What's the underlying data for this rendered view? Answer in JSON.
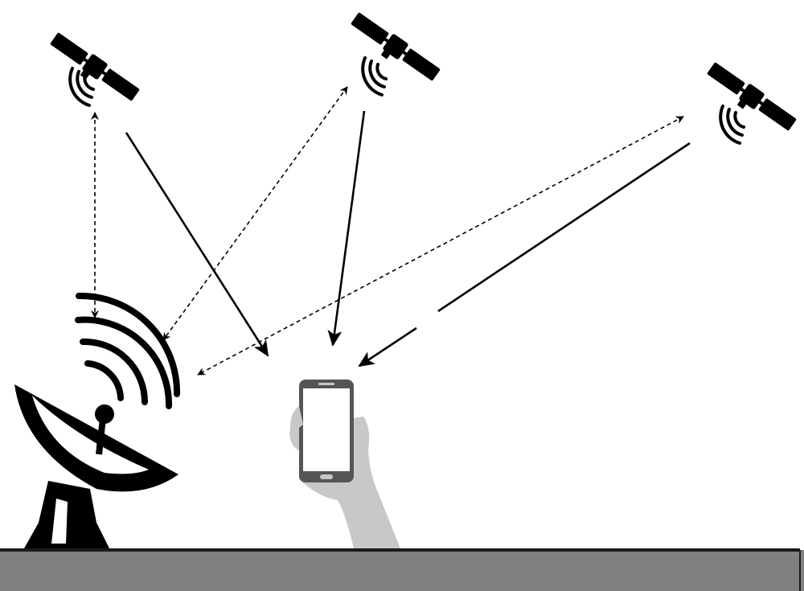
{
  "diagram": {
    "nodes": [
      {
        "id": "satellite-1",
        "kind": "satellite",
        "icon": "satellite-icon"
      },
      {
        "id": "satellite-2",
        "kind": "satellite",
        "icon": "satellite-icon"
      },
      {
        "id": "satellite-3",
        "kind": "satellite",
        "icon": "satellite-icon"
      },
      {
        "id": "ground-station",
        "kind": "satellite dish antenna",
        "icon": "satellite-dish-icon"
      },
      {
        "id": "receiver",
        "kind": "smartphone held in hand",
        "icon": "smartphone-icon"
      }
    ],
    "links": [
      {
        "from": "satellite-1",
        "to": "ground-station",
        "style": "dashed",
        "direction": "both"
      },
      {
        "from": "satellite-2",
        "to": "ground-station",
        "style": "dashed",
        "direction": "both"
      },
      {
        "from": "satellite-3",
        "to": "ground-station",
        "style": "dashed",
        "direction": "both"
      },
      {
        "from": "satellite-1",
        "to": "receiver",
        "style": "solid",
        "direction": "forward"
      },
      {
        "from": "satellite-2",
        "to": "receiver",
        "style": "solid",
        "direction": "forward"
      },
      {
        "from": "satellite-3",
        "to": "receiver",
        "style": "solid",
        "direction": "forward"
      }
    ],
    "colors": {
      "ink": "#000000",
      "ground": "#808080",
      "ground_edge": "#1a1a1a",
      "hand": "#c8c8c8",
      "phone_body": "#555555",
      "phone_screen": "#ffffff"
    }
  }
}
